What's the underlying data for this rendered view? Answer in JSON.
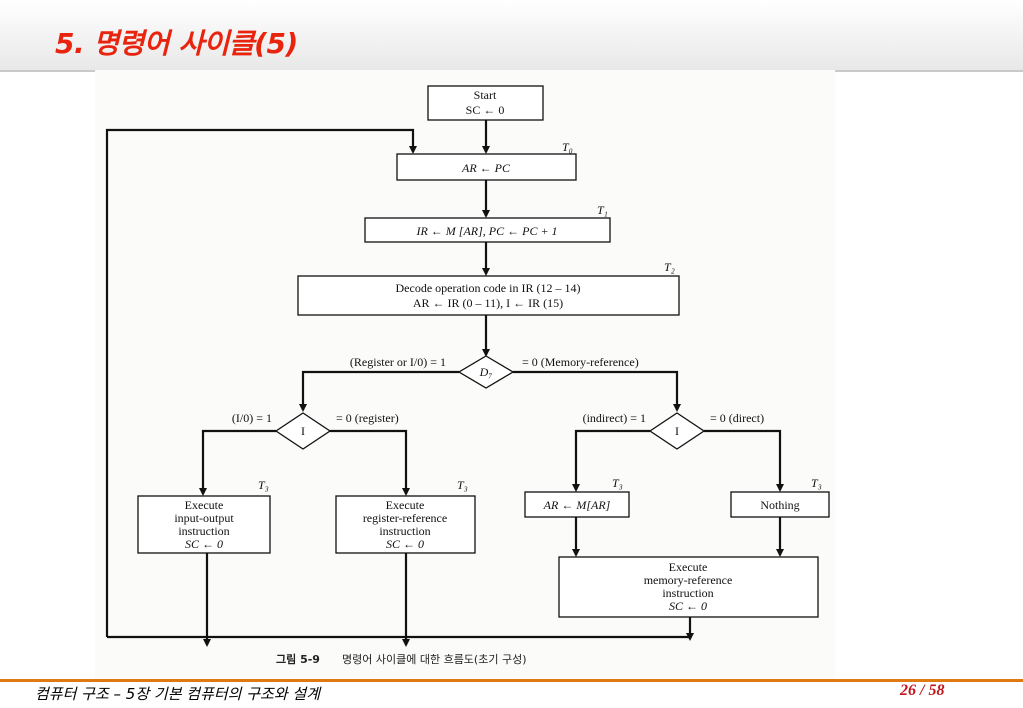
{
  "slide": {
    "title": "5. 명령어 사이클(5)",
    "footer_text": "컴퓨터 구조 – 5장 기본 컴퓨터의 구조와 설계",
    "page_number": "26 / 58"
  },
  "diagram": {
    "start_line1": "Start",
    "start_line2": "SC ← 0",
    "t0_label": "T₀",
    "ar_pc": "AR ← PC",
    "t1_label": "T₁",
    "fetch": "IR ← M [AR],  PC ← PC + 1",
    "t2_label": "T₂",
    "decode_line1": "Decode operation code in IR (12 – 14)",
    "decode_line2": "AR ← IR (0 – 11),  I ← IR (15)",
    "d7_label": "D₇",
    "d7_left": "(Register or I/0)  = 1",
    "d7_right": "= 0  (Memory-reference)",
    "i_left_label": "I",
    "i_left_yes": "(I/0)  = 1",
    "i_left_no": "= 0  (register)",
    "i_right_label": "I",
    "i_right_yes": "(indirect)  = 1",
    "i_right_no": "= 0  (direct)",
    "t3_label": "T₃",
    "io_line1": "Execute",
    "io_line2": "input-output",
    "io_line3": "instruction",
    "io_line4": "SC ← 0",
    "reg_line1": "Execute",
    "reg_line2": "register-reference",
    "reg_line3": "instruction",
    "reg_line4": "SC ← 0",
    "indirect_box": "AR ← M[AR]",
    "nothing_box": "Nothing",
    "mem_line1": "Execute",
    "mem_line2": "memory-reference",
    "mem_line3": "instruction",
    "mem_line4": "SC ← 0",
    "caption_fig": "그림 5-9",
    "caption_text": "명령어 사이클에 대한 흐름도(초기 구성)"
  }
}
